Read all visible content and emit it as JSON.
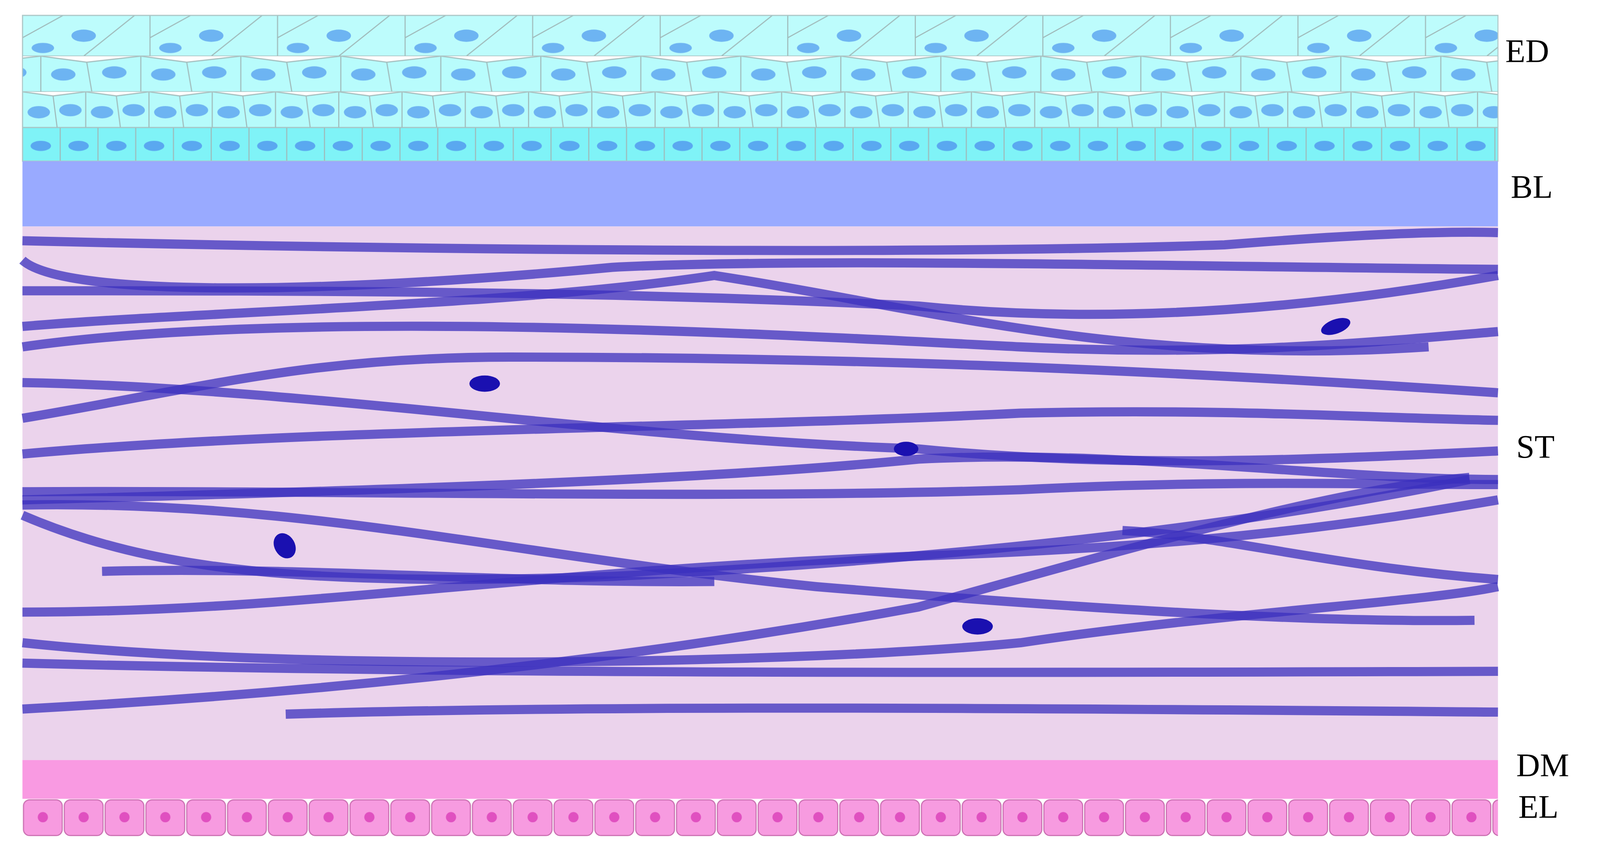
{
  "diagram": {
    "labels": [
      "ED",
      "BL",
      "ST",
      "DM",
      "EL"
    ]
  }
}
